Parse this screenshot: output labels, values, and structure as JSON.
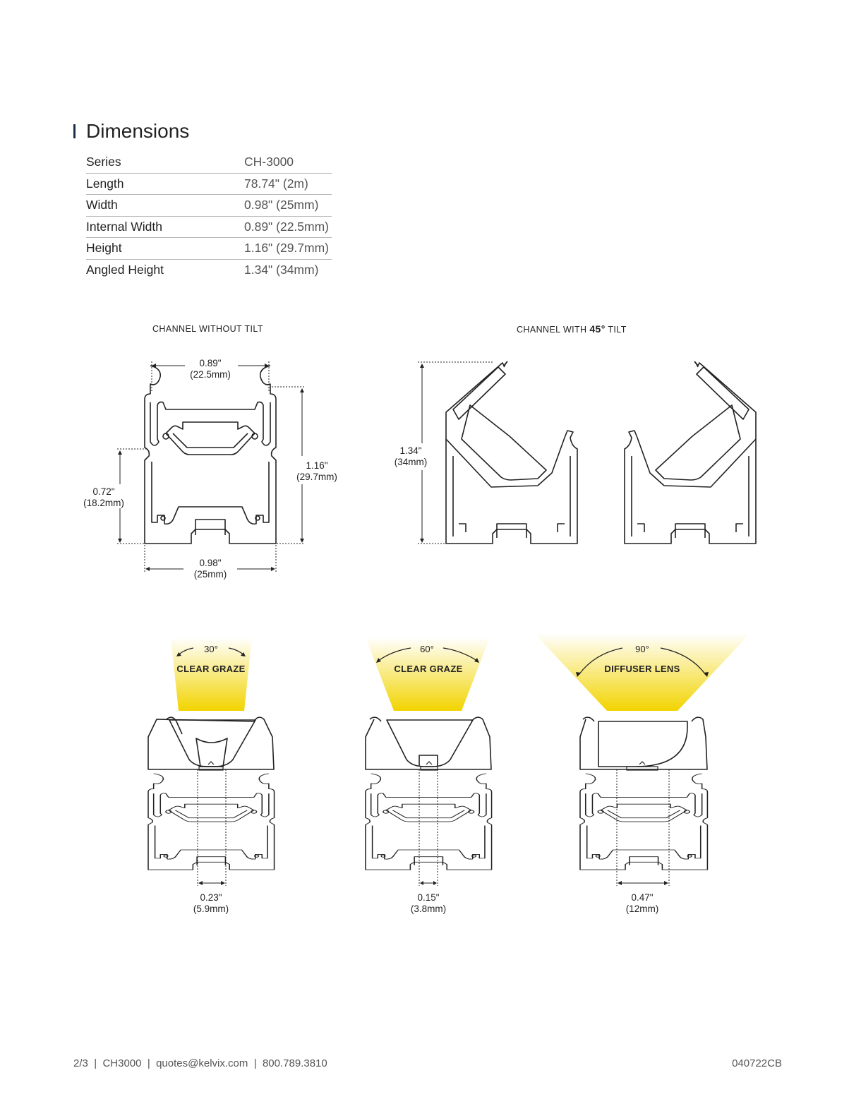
{
  "section": {
    "title": "Dimensions"
  },
  "specs": [
    {
      "label": "Series",
      "value": "CH-3000"
    },
    {
      "label": "Length",
      "value": "78.74\" (2m)"
    },
    {
      "label": "Width",
      "value": "0.98\" (25mm)"
    },
    {
      "label": "Internal Width",
      "value": "0.89\" (22.5mm)"
    },
    {
      "label": "Height",
      "value": "1.16\" (29.7mm)"
    },
    {
      "label": "Angled Height",
      "value": "1.34\" (34mm)"
    }
  ],
  "diagrams": {
    "no_tilt": {
      "caption": "CHANNEL WITHOUT TILT",
      "internal_width": {
        "in": "0.89\"",
        "mm": "(22.5mm)"
      },
      "height": {
        "in": "1.16\"",
        "mm": "(29.7mm)"
      },
      "lower_height": {
        "in": "0.72\"",
        "mm": "(18.2mm)"
      },
      "width": {
        "in": "0.98\"",
        "mm": "(25mm)"
      }
    },
    "tilt": {
      "caption_prefix": "CHANNEL WITH ",
      "caption_angle": "45°",
      "caption_suffix": " TILT",
      "angled_height": {
        "in": "1.34\"",
        "mm": "(34mm)"
      }
    },
    "beams": [
      {
        "angle": "30°",
        "lens": "CLEAR GRAZE",
        "opening": {
          "in": "0.23\"",
          "mm": "(5.9mm)"
        }
      },
      {
        "angle": "60°",
        "lens": "CLEAR GRAZE",
        "opening": {
          "in": "0.15\"",
          "mm": "(3.8mm)"
        }
      },
      {
        "angle": "90°",
        "lens": "DIFFUSER LENS",
        "opening": {
          "in": "0.47\"",
          "mm": "(12mm)"
        }
      }
    ]
  },
  "colors": {
    "accent_bar": "#1c2f4a",
    "beam": "#f2d400",
    "line": "#222222"
  },
  "footer": {
    "page": "2/3",
    "model": "CH3000",
    "email": "quotes@kelvix.com",
    "phone": "800.789.3810",
    "separator": "|",
    "code": "040722CB"
  }
}
